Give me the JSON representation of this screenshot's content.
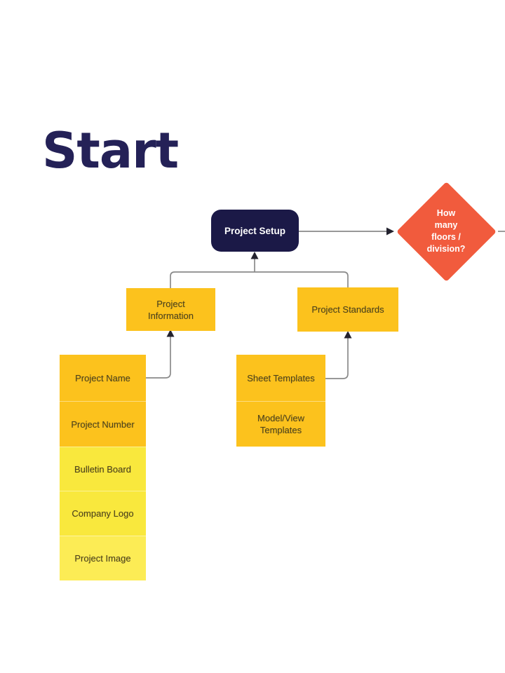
{
  "title": {
    "text": "Start"
  },
  "colors": {
    "background": "#ffffff",
    "title_text": "#242157",
    "navy": "#1b1947",
    "navy_text": "#ffffff",
    "amber": "#fcc21d",
    "yellow": "#f9e83d",
    "yellow_bright": "#fcec55",
    "orange": "#f15b3d",
    "orange_text": "#ffffff",
    "box_text": "#4d431c",
    "connector": "#8a8a8a",
    "arrowhead": "#23222e"
  },
  "nodes": {
    "project_setup": {
      "label": "Project Setup"
    },
    "decision": {
      "label": "How many floors / division?",
      "lines": [
        "How",
        "many",
        "floors /",
        "division?"
      ]
    },
    "project_information": {
      "label": "Project Information"
    },
    "project_standards": {
      "label": "Project Standards"
    },
    "info_children": [
      {
        "id": "project_name",
        "label": "Project Name"
      },
      {
        "id": "project_number",
        "label": "Project Number"
      },
      {
        "id": "bulletin_board",
        "label": "Bulletin Board"
      },
      {
        "id": "company_logo",
        "label": "Company Logo"
      },
      {
        "id": "project_image",
        "label": "Project Image"
      }
    ],
    "standards_children": [
      {
        "id": "sheet_templates",
        "label": "Sheet Templates"
      },
      {
        "id": "model_view_templates",
        "label": "Model/View Templates"
      }
    ]
  },
  "edges": [
    {
      "from": "project_setup",
      "to": "decision",
      "arrow": "into decision"
    },
    {
      "from": "decision",
      "to": "continues off-screen right",
      "arrow": "none visible"
    },
    {
      "from": "project_information",
      "to": "project_setup",
      "arrow": "merged, into project_setup"
    },
    {
      "from": "project_standards",
      "to": "project_setup",
      "arrow": "merged, into project_setup"
    },
    {
      "from": "project_name",
      "to": "project_information",
      "arrow": "into project_information"
    },
    {
      "from": "sheet_templates",
      "to": "project_standards",
      "arrow": "into project_standards"
    }
  ]
}
